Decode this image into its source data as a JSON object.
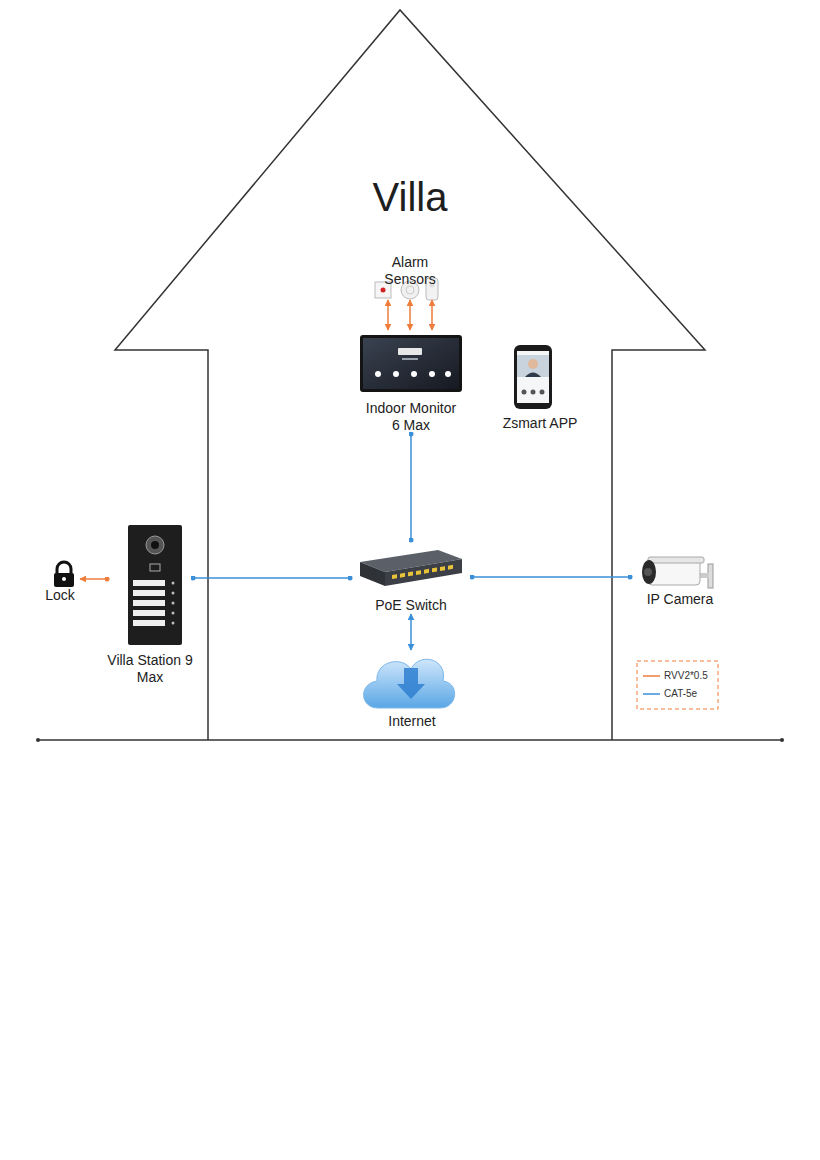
{
  "diagram": {
    "title": "Villa",
    "nodes": [
      {
        "text": [
          "Alarm Sensors"
        ]
      },
      {
        "text": [
          "Indoor Monitor 6 Max"
        ]
      },
      {
        "text": [
          "Zsmart APP"
        ]
      },
      {
        "text": [
          "Villa Station 9 Max"
        ]
      },
      {
        "text": [
          "Lock"
        ]
      },
      {
        "text": [
          "PoE Switch"
        ]
      },
      {
        "text": [
          "IP Camera"
        ]
      },
      {
        "text": [
          "Internet"
        ]
      }
    ],
    "edges": [
      {
        "from": 0,
        "to": 1,
        "arrow": "both"
      },
      {
        "from": 0,
        "to": 1,
        "arrow": "both"
      },
      {
        "from": 0,
        "to": 1,
        "arrow": "both"
      },
      {
        "from": 3,
        "to": 4,
        "arrow": "to"
      },
      {
        "from": 1,
        "to": 5,
        "arrow": "none"
      },
      {
        "from": 3,
        "to": 5,
        "arrow": "none"
      },
      {
        "from": 5,
        "to": 6,
        "arrow": "none"
      },
      {
        "from": 5,
        "to": 7,
        "arrow": "both"
      }
    ],
    "legend": [
      {
        "text": "RVV2*0.5"
      },
      {
        "text": "CAT-5e"
      }
    ]
  }
}
